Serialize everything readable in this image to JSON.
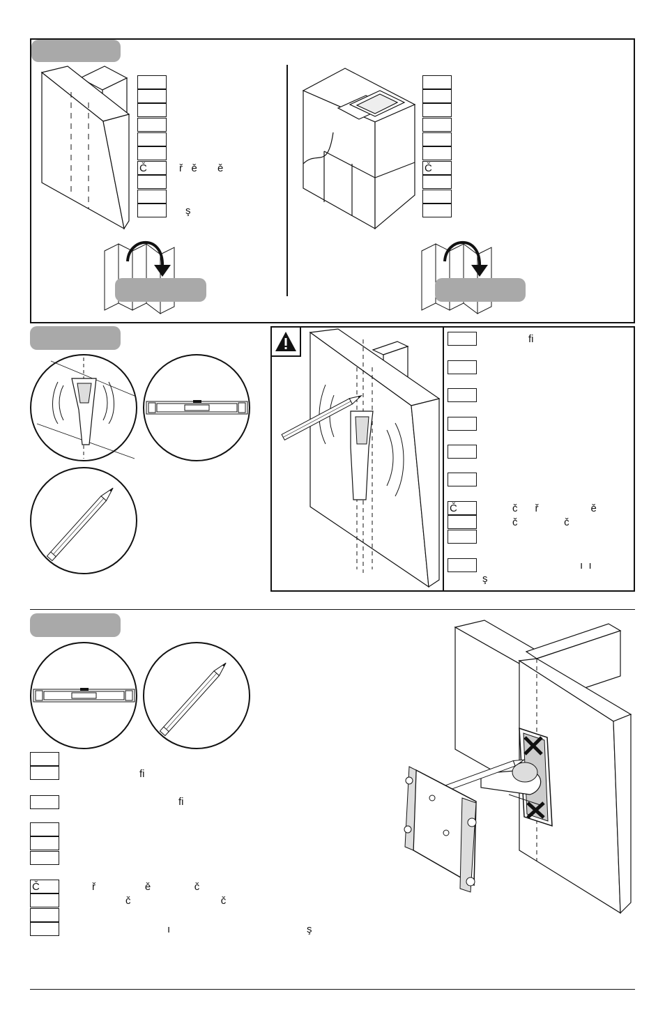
{
  "section1": {
    "left_lang_chars": [
      "",
      "",
      "",
      "",
      "",
      "",
      "Č",
      "",
      "",
      ""
    ],
    "left_lines": [
      "",
      "",
      "",
      "",
      "",
      "",
      "ř   ě       ě",
      "",
      "",
      "ş"
    ],
    "right_lang_chars": [
      "",
      "",
      "",
      "",
      "",
      "",
      "Č",
      "",
      "",
      ""
    ]
  },
  "section2": {
    "rows": [
      {
        "lang": "",
        "text": "fi"
      },
      {
        "lang": "",
        "text": ""
      },
      {
        "lang": "",
        "text": ""
      },
      {
        "lang": "",
        "text": ""
      },
      {
        "lang": "",
        "text": ""
      },
      {
        "lang": "",
        "text": ""
      },
      {
        "lang": "Č",
        "text": "č      ř                  ě"
      },
      {
        "lang": "",
        "text": "č                č"
      },
      {
        "lang": "",
        "text": ""
      },
      {
        "lang": "",
        "text": "ı  ı"
      },
      {
        "lang": "",
        "text": "ş"
      }
    ]
  },
  "section3": {
    "rows": [
      {
        "lang": "",
        "text": ""
      },
      {
        "lang": "",
        "text": "fi"
      },
      {
        "lang": "",
        "text": "fi"
      },
      {
        "lang": "",
        "text": ""
      },
      {
        "lang": "",
        "text": ""
      },
      {
        "lang": "",
        "text": ""
      },
      {
        "lang": "Č",
        "text": "ř                 ě               č"
      },
      {
        "lang": "",
        "text": "č                               č"
      },
      {
        "lang": "",
        "text": ""
      },
      {
        "lang": "",
        "text": "ı                                               ş"
      }
    ]
  },
  "icons": {
    "warning": "warning-triangle-icon",
    "stud_finder": "stud-finder-icon",
    "level": "level-icon",
    "pencil": "pencil-icon",
    "page_turn": "page-turn-arrow-icon"
  },
  "colors": {
    "pill": "#a9a9a9",
    "line": "#111111"
  }
}
